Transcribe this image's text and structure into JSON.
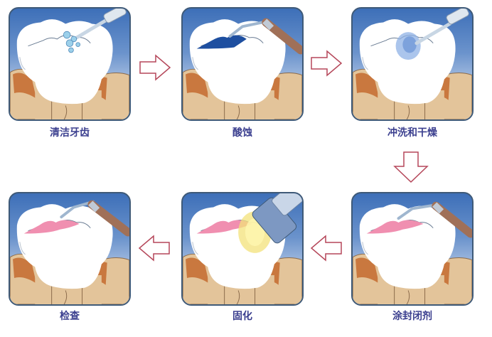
{
  "diagram": {
    "type": "process-flow",
    "subject": "dental pit and fissure sealant procedure",
    "colors": {
      "label_text": "#3b3f8f",
      "panel_border": "#3f5a78",
      "sky_top": "#3d6fb8",
      "sky_bottom": "#eef2fa",
      "gum": "#e3c49a",
      "gum_shadow": "#c9783f",
      "arrow_outline": "#b5475a",
      "sealant_pink": "#f08fb0",
      "etch_blue": "#1e4fa0",
      "cure_light": "#f3e27a"
    },
    "steps": [
      {
        "order": 1,
        "label": "清洁牙齿",
        "tool": "water-spray-nozzle",
        "effect": "water-droplets"
      },
      {
        "order": 2,
        "label": "酸蚀",
        "tool": "applicator",
        "effect": "blue-etch-gel"
      },
      {
        "order": 3,
        "label": "冲洗和干燥",
        "tool": "air-water-syringe",
        "effect": "blue-mist"
      },
      {
        "order": 4,
        "label": "涂封闭剂",
        "tool": "applicator",
        "effect": "pink-sealant"
      },
      {
        "order": 5,
        "label": "固化",
        "tool": "curing-light",
        "effect": "yellow-light"
      },
      {
        "order": 6,
        "label": "检查",
        "tool": "explorer-probe",
        "effect": "pink-sealant"
      }
    ],
    "arrows": [
      {
        "from": 1,
        "to": 2,
        "direction": "right"
      },
      {
        "from": 2,
        "to": 3,
        "direction": "right"
      },
      {
        "from": 3,
        "to": 4,
        "direction": "down"
      },
      {
        "from": 4,
        "to": 5,
        "direction": "left"
      },
      {
        "from": 5,
        "to": 6,
        "direction": "left"
      }
    ]
  }
}
